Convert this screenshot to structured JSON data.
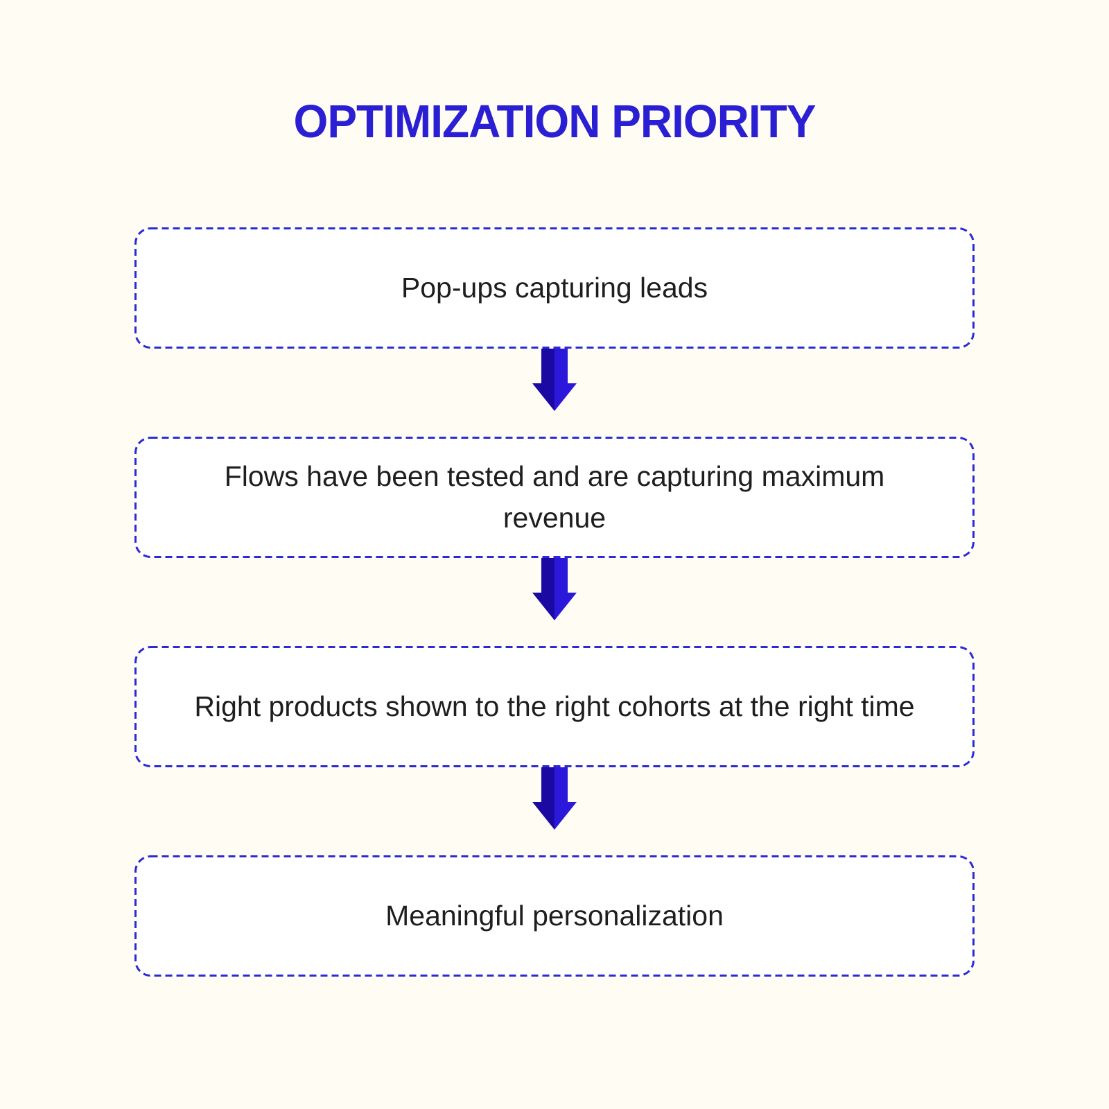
{
  "page": {
    "title": "OPTIMIZATION PRIORITY",
    "background_color": "#FFFCF3",
    "title_color": "#2A1FD3"
  },
  "flow": {
    "boxes": [
      {
        "label": "Pop-ups capturing leads"
      },
      {
        "label": "Flows have been tested and are capturing maximum\nrevenue"
      },
      {
        "label": "Right products shown to the right cohorts at the right time"
      },
      {
        "label": "Meaningful personalization"
      }
    ],
    "connector_icon": "down-arrow",
    "colors": {
      "box_border": "#2B2BD6",
      "box_background": "#FFFFFF",
      "box_text": "#1E1E1E",
      "arrow_dark": "#1B09A4",
      "arrow_bright": "#2B18DA"
    }
  }
}
